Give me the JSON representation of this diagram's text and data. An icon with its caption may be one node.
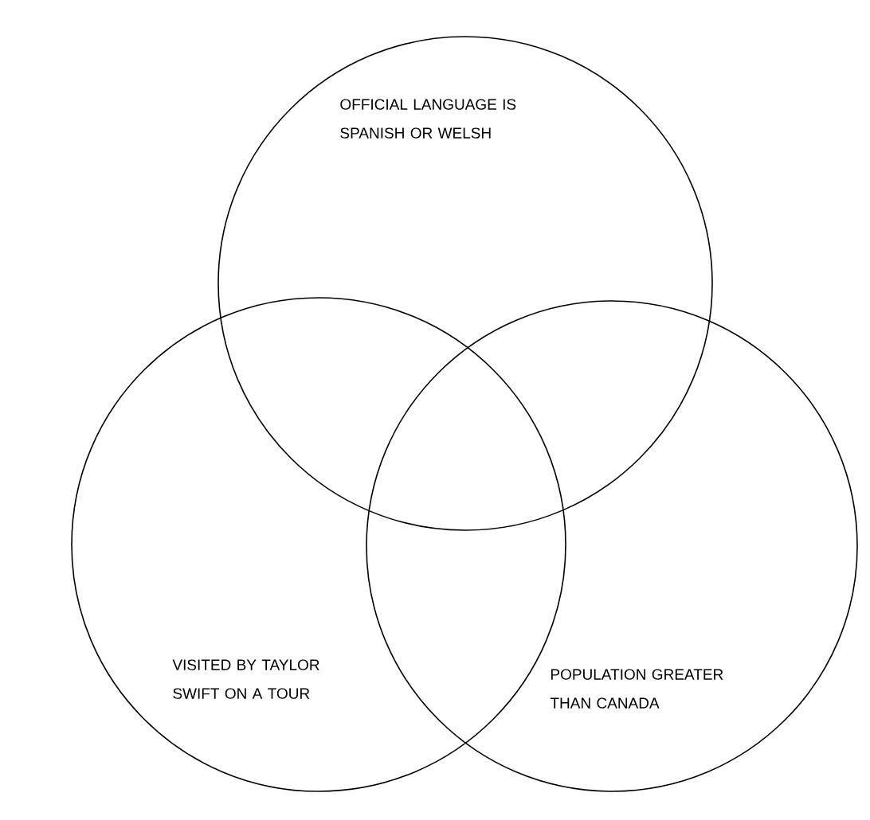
{
  "diagram": {
    "nodes": [
      {
        "text": [
          "OFFICIAL LANGUAGE IS SPANISH OR WELSH"
        ]
      },
      {
        "text": [
          "VISITED BY TAYLOR SWIFT ON A TOUR"
        ]
      },
      {
        "text": [
          "POPULATION GREATER THAN CANADA"
        ]
      }
    ]
  }
}
